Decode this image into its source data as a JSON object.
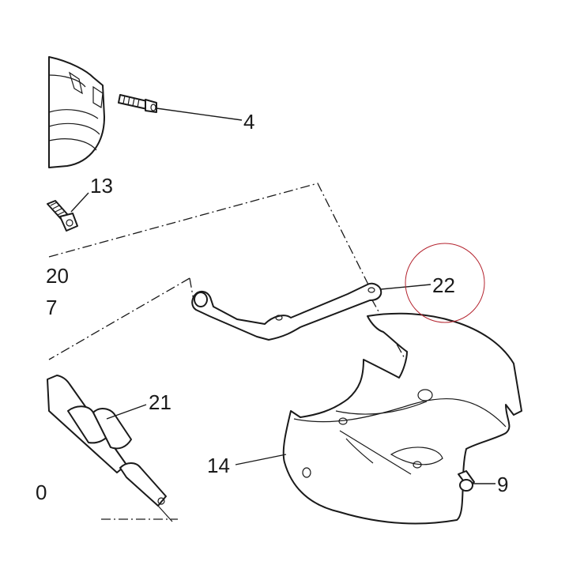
{
  "diagram": {
    "callouts": {
      "p4": "4",
      "p13": "13",
      "p20": "20",
      "p7": "7",
      "p22": "22",
      "p21": "21",
      "p14": "14",
      "p9": "9",
      "p0": "0"
    },
    "highlight_color": "#b4232e",
    "line_color": "#1a1a1a"
  }
}
